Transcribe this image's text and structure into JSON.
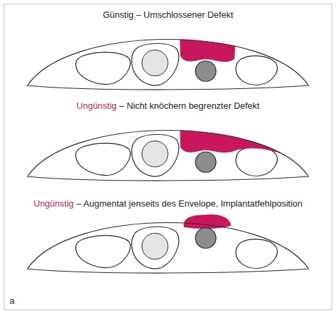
{
  "diagram": {
    "labels": [
      "Günstig – Umschlossener Defekt",
      "Ungünstig",
      "– Nicht knöchern begrenzter Defekt",
      "Ungünstig",
      "– Augmentat jenseits des Envelope, Implantatfehlposition",
      "a"
    ]
  }
}
